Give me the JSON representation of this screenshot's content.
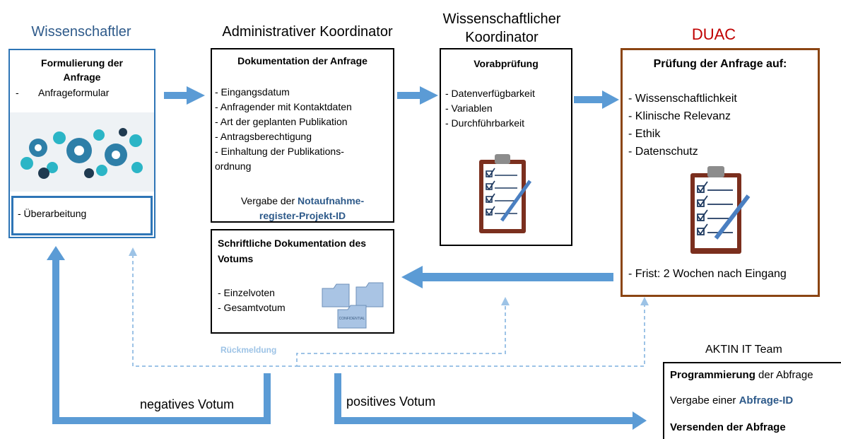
{
  "columns": {
    "wissenschaftler": "Wissenschaftler",
    "admin": "Administrativer Koordinator",
    "wiss_koord_l1": "Wissenschaftlicher",
    "wiss_koord_l2": "Koordinator",
    "duac": "DUAC"
  },
  "box1": {
    "title_l1": "Formulierung der",
    "title_l2": "Anfrage",
    "dash": "-",
    "item": "Anfrageformular",
    "rework": "- Überarbeitung"
  },
  "box2": {
    "title": "Dokumentation der Anfrage",
    "items": [
      "- Eingangsdatum",
      "- Anfragender mit Kontaktdaten",
      "- Art der geplanten Publikation",
      "- Antragsberechtigung",
      "- Einhaltung der Publikations-",
      "ordnung"
    ],
    "vergabe_prefix": "Vergabe der ",
    "vergabe_l1_bold": "Notaufnahme-",
    "vergabe_l2_bold": "register-Projekt-ID"
  },
  "box3": {
    "title_l1": "Schriftliche Dokumentation des",
    "title_l2": "Votums",
    "items": [
      "- Einzelvoten",
      "- Gesamtvotum"
    ],
    "folder_label": "CONFIDENTIAL"
  },
  "box4": {
    "title": "Vorabprüfung",
    "items": [
      "- Datenverfügbarkeit",
      "- Variablen",
      "- Durchführbarkeit"
    ]
  },
  "box5": {
    "title": "Prüfung der Anfrage auf:",
    "items": [
      "- Wissenschaftlichkeit",
      "- Klinische Relevanz",
      "- Ethik",
      "- Datenschutz"
    ],
    "deadline": "- Frist: 2 Wochen nach Eingang"
  },
  "it": {
    "title": "AKTIN IT Team",
    "line1_bold": "Programmierung",
    "line1_rest": " der Abfrage",
    "line2_prefix": "Vergabe einer ",
    "line2_bold": "Abfrage-ID",
    "line3": "Versenden der Abfrage"
  },
  "labels": {
    "rueckmeldung": "Rückmeldung",
    "negative": "negatives Votum",
    "positive": "positives Votum"
  },
  "colors": {
    "blue_title": "#2e5a8a",
    "duac_red": "#c00000",
    "arrow_blue": "#5b9bd5",
    "box_blue": "#2e75b6",
    "duac_border": "#8b4513",
    "dashed_blue": "#9dc3e6"
  }
}
